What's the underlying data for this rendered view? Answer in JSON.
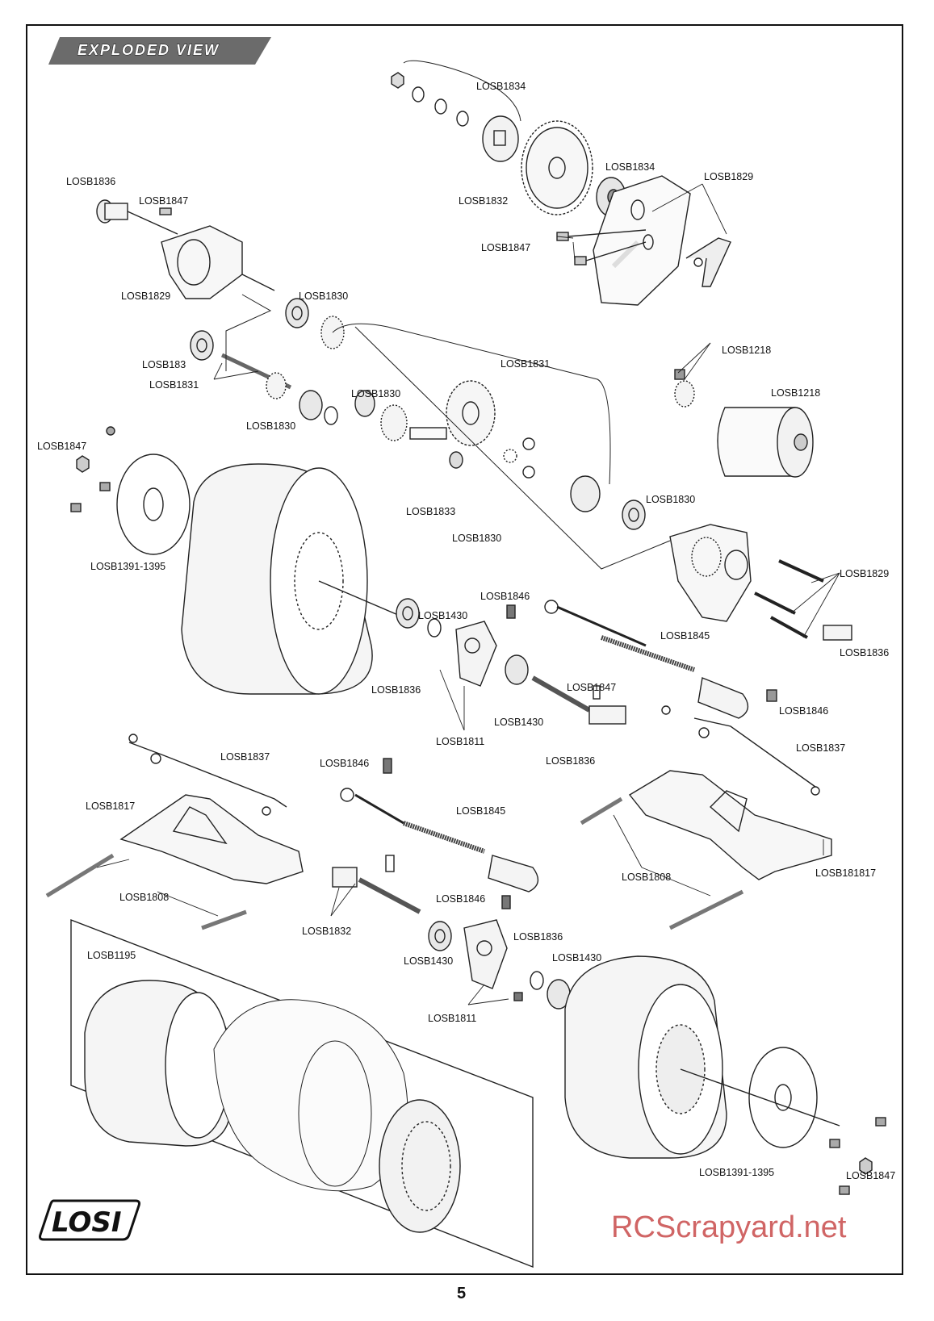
{
  "header": {
    "title": "EXPLODED VIEW"
  },
  "page_number": "5",
  "watermark": "RCScrapyard.net",
  "brand": {
    "logo_text": "LOSI"
  },
  "labels": {
    "l1834a": "LOSB1834",
    "l1834b": "LOSB1834",
    "l1832a": "LOSB1832",
    "l1829a": "LOSB1829",
    "l1847a": "LOSB1847",
    "l1836a": "LOSB1836",
    "l1847b": "LOSB1847",
    "l1829b": "LOSB1829",
    "l1830a": "LOSB1830",
    "l183": "LOSB183",
    "l1831a": "LOSB1831",
    "l1831b": "LOSB1831",
    "l1218a": "LOSB1218",
    "l1218b": "LOSB1218",
    "l1830b": "LOSB1830",
    "l1830c": "LOSB1830",
    "l1847c": "LOSB1847",
    "l1833": "LOSB1833",
    "l1830d": "LOSB1830",
    "l1830e": "LOSB1830",
    "l1391a": "LOSB1391-1395",
    "l1829c": "LOSB1829",
    "l1846a": "LOSB1846",
    "l1430a": "LOSB1430",
    "l1845a": "LOSB1845",
    "l1836b": "LOSB1836",
    "l1836c": "LOSB1836",
    "l1847d": "LOSB1847",
    "l1430b": "LOSB1430",
    "l1846b": "LOSB1846",
    "l1811a": "LOSB1811",
    "l1836d": "LOSB1836",
    "l1837a": "LOSB1837",
    "l1837b": "LOSB1837",
    "l1846c": "LOSB1846",
    "l1817": "LOSB1817",
    "l1845b": "LOSB1845",
    "l1808a": "LOSB1808",
    "l181817": "LOSB181817",
    "l1808b": "LOSB1808",
    "l1846d": "LOSB1846",
    "l1832b": "LOSB1832",
    "l1836e": "LOSB1836",
    "l1195": "LOSB1195",
    "l1430c": "LOSB1430",
    "l1430d": "LOSB1430",
    "l1811b": "LOSB1811",
    "l1391b": "LOSB1391-1395",
    "l1847e": "LOSB1847"
  }
}
